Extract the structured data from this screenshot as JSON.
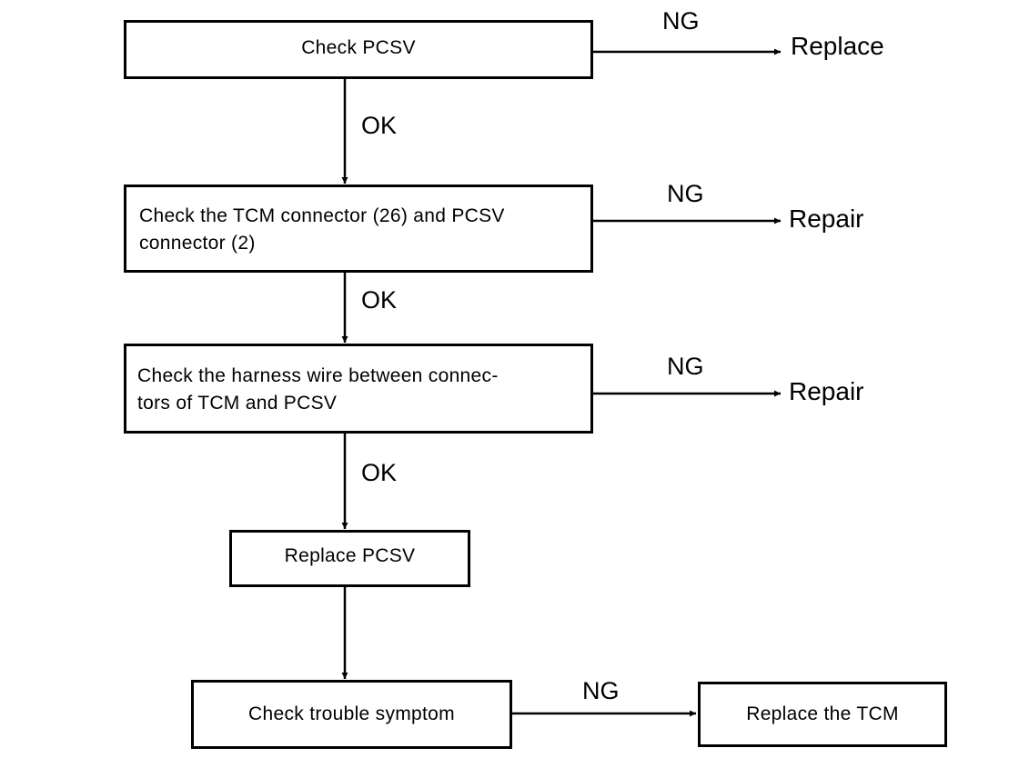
{
  "steps": {
    "check_pcsv": "Check PCSV",
    "check_connectors_line1": "Check the TCM connector (26) and PCSV",
    "check_connectors_line2": "connector (2)",
    "check_harness_line1": "Check the harness wire between connec-",
    "check_harness_line2": "tors of TCM and PCSV",
    "replace_pcsv": "Replace PCSV",
    "check_symptom": "Check trouble symptom",
    "replace_tcm": "Replace the TCM"
  },
  "outcomes": {
    "replace": "Replace",
    "repair_1": "Repair",
    "repair_2": "Repair"
  },
  "labels": {
    "ng_1": "NG",
    "ng_2": "NG",
    "ng_3": "NG",
    "ng_4": "NG",
    "ok_1": "OK",
    "ok_2": "OK",
    "ok_3": "OK"
  }
}
